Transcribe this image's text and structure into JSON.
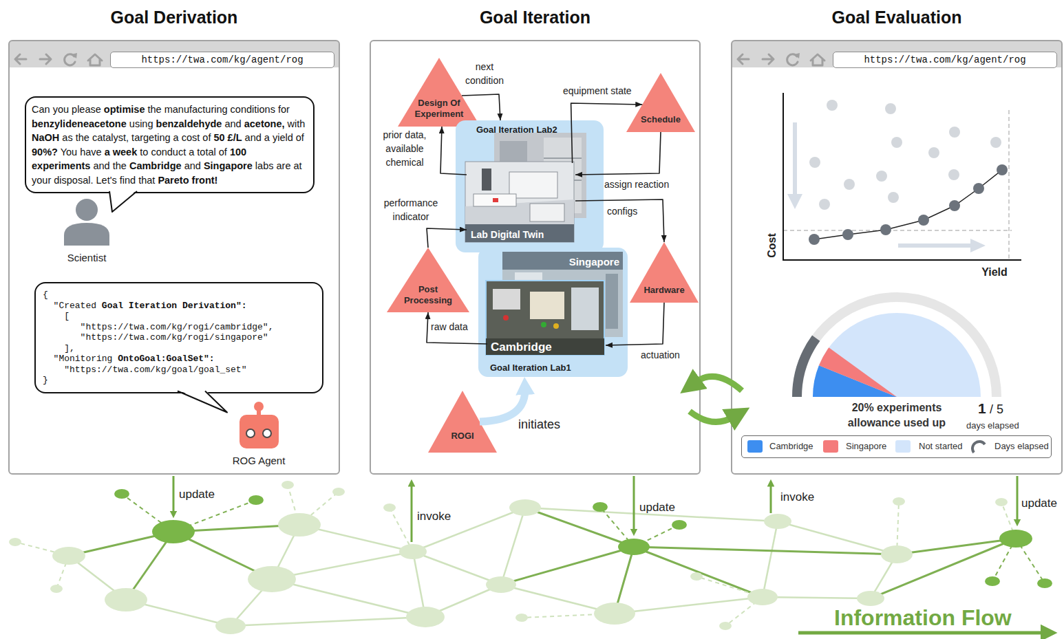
{
  "diagram": {
    "nodes": [
      {
        "text": [
          "Goal Derivation"
        ]
      },
      {
        "text": [
          "https://twa.com/kg/agent/rog"
        ],
        "in": 0
      },
      {
        "text": [
          "Can you please optimise the manufacturing conditions for benzylideneacetone using benzaldehyde and acetone, with NaOH as the catalyst, targeting a cost of 50 £/L and a yield of 90%? You have a week to conduct a total of 100 experiments and the Cambridge and Singapore labs are at your disposal. Let's find that Pareto front!"
        ],
        "in": 0
      },
      {
        "text": [
          "{",
          "\"Created Goal Iteration Derivation\":",
          "[",
          "\"https://twa.com/kg/rogi/cambridge\",",
          "\"https://twa.com/kg/rogi/singapore\"",
          "],",
          "\"Monitoring OntoGoal:GoalSet\":",
          "\"https://twa.com/kg/goal/goal_set\"",
          "}"
        ],
        "in": 0
      },
      {
        "text": [
          "Goal Iteration"
        ]
      },
      {
        "text": [
          "Design Of Experiment"
        ],
        "in": 4
      },
      {
        "text": [
          "Schedule"
        ],
        "in": 4
      },
      {
        "text": [
          "Hardware"
        ],
        "in": 4
      },
      {
        "text": [
          "Post Processing"
        ],
        "in": 4
      },
      {
        "text": [
          "ROGI"
        ],
        "in": 4
      },
      {
        "text": [
          "Goal Iteration Lab2"
        ],
        "in": 4
      },
      {
        "text": [
          "Lab Digital Twin"
        ],
        "in": 10
      },
      {
        "text": [
          "Goal Iteration Lab1"
        ],
        "in": 4
      },
      {
        "text": [
          "Singapore"
        ],
        "in": 12
      },
      {
        "text": [
          "Cambridge"
        ],
        "in": 12
      },
      {
        "text": [
          "Goal Evaluation"
        ]
      },
      {
        "text": [
          "https://twa.com/kg/agent/rog"
        ],
        "in": 15
      }
    ],
    "edges": [
      {
        "from": 5,
        "to": 10,
        "arrow": "to",
        "label": "next condition"
      },
      {
        "from": 11,
        "to": 5,
        "arrow": "to",
        "label": "prior data, available chemical"
      },
      {
        "from": 11,
        "to": 6,
        "arrow": "to",
        "label": "equipment state"
      },
      {
        "from": 6,
        "to": 11,
        "arrow": "to",
        "label": "assign reaction"
      },
      {
        "from": 11,
        "to": 7,
        "arrow": "to",
        "label": "configs"
      },
      {
        "from": 7,
        "to": 14,
        "arrow": "to",
        "label": "actuation"
      },
      {
        "from": 14,
        "to": 8,
        "arrow": "to",
        "label": "raw data"
      },
      {
        "from": 8,
        "to": 11,
        "arrow": "to",
        "label": "performance indicator"
      },
      {
        "from": 9,
        "to": 12,
        "arrow": "to",
        "label": "initiates"
      }
    ],
    "labels": [
      "Scientist",
      "ROG Agent",
      "Cost",
      "Yield",
      "20% experiments allowance used up",
      "1",
      "/ 5",
      "days elapsed",
      "update",
      "invoke",
      "update",
      "invoke",
      "update",
      "Information Flow"
    ],
    "legend": [
      {
        "text": "Cambridge",
        "color": "#3d8ef0"
      },
      {
        "text": "Singapore",
        "color": "#f47b7b"
      },
      {
        "text": "Not started",
        "color": "#d3e5fb"
      },
      {
        "text": "Days elapsed"
      }
    ]
  }
}
